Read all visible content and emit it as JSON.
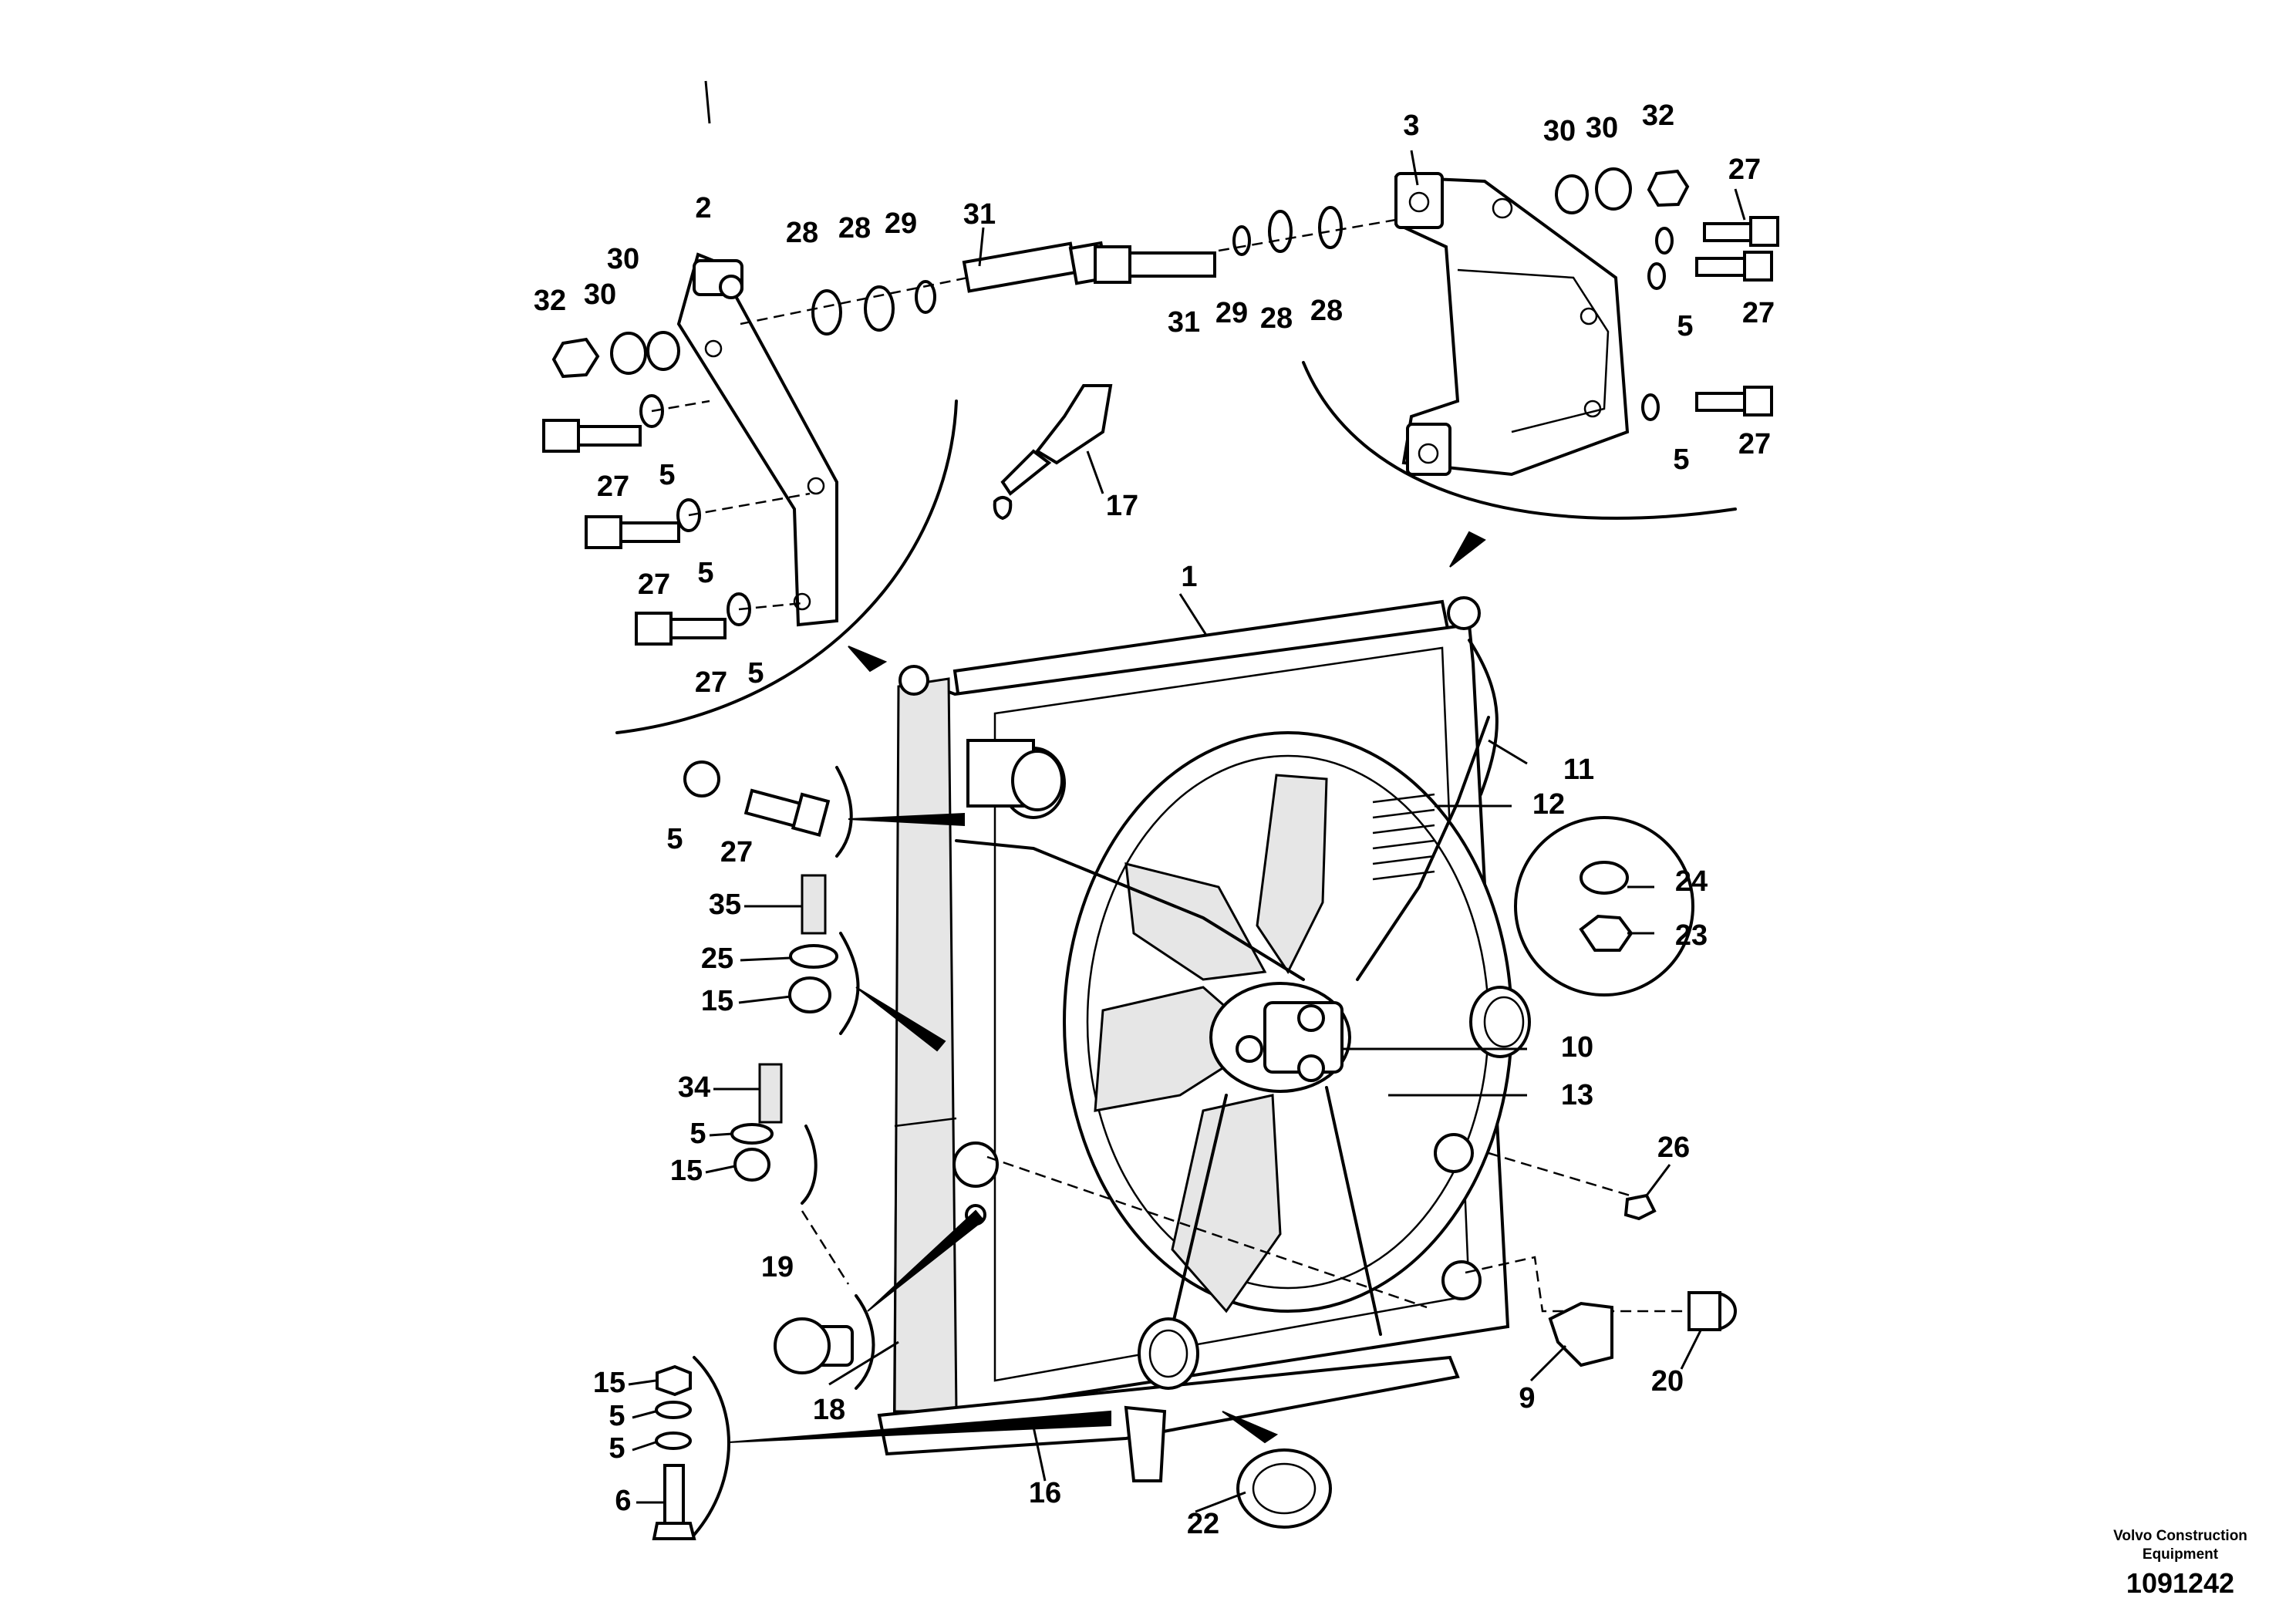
{
  "diagram": {
    "type": "exploded parts drawing",
    "callouts": {
      "c1": "1",
      "c2": "2",
      "c3": "3",
      "c5a": "5",
      "c5b": "5",
      "c5c": "5",
      "c5d": "5",
      "c5e": "5",
      "c5f": "5",
      "c5g": "5",
      "c5h": "5",
      "c5i": "5",
      "c6": "6",
      "c9": "9",
      "c10": "10",
      "c11": "11",
      "c12": "12",
      "c13": "13",
      "c15a": "15",
      "c15b": "15",
      "c15c": "15",
      "c16": "16",
      "c17": "17",
      "c18": "18",
      "c19": "19",
      "c20": "20",
      "c22": "22",
      "c23": "23",
      "c24": "24",
      "c25": "25",
      "c26": "26",
      "c27a": "27",
      "c27b": "27",
      "c27c": "27",
      "c27d": "27",
      "c27e": "27",
      "c27f": "27",
      "c27g": "27",
      "c28a": "28",
      "c28b": "28",
      "c28c": "28",
      "c28d": "28",
      "c29a": "29",
      "c29b": "29",
      "c30a": "30",
      "c30b": "30",
      "c30c": "30",
      "c30d": "30",
      "c31a": "31",
      "c31b": "31",
      "c32a": "32",
      "c32b": "32",
      "c34": "34",
      "c35": "35"
    }
  },
  "footer": {
    "company": "Volvo Construction Equipment",
    "drawing_number": "1091242"
  }
}
